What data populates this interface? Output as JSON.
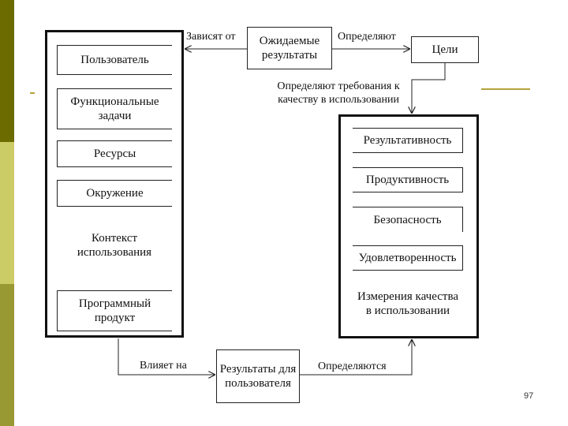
{
  "colors": {
    "sidebar_dark": "#6b6b00",
    "sidebar_light": "#cccc66",
    "sidebar_mid": "#999933",
    "accent": "#b3a33a"
  },
  "diagram": {
    "left_panel": {
      "user": "Пользователь",
      "functional_tasks": "Функциональные задачи",
      "resources": "Ресурсы",
      "environment": "Окружение",
      "context": "Контекст использования",
      "software_product": "Программный продукт"
    },
    "expected_results": "Ожидаемые результаты",
    "goals": "Цели",
    "right_panel": {
      "effectiveness": "Результативность",
      "productivity": "Продуктивность",
      "safety": "Безопасность",
      "satisfaction": "Удовлетворенность",
      "quality_in_use": "Измерения качества в использовании"
    },
    "user_results": "Результаты для пользователя",
    "labels": {
      "depends_on": "Зависят от",
      "define": "Определяют",
      "define_requirements": "Определяют требования к качеству в использовании",
      "affects": "Влияет на",
      "are_defined": "Определяются"
    }
  },
  "page_number": "97"
}
